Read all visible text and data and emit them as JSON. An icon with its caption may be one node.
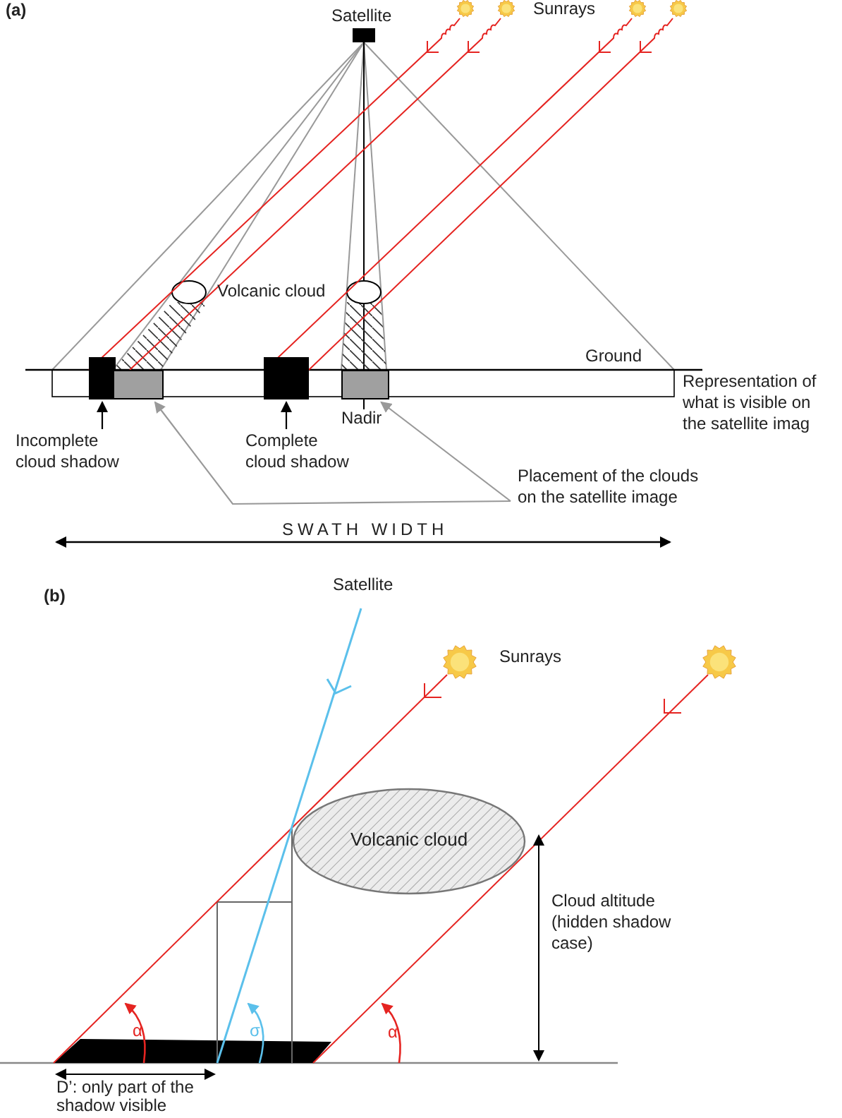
{
  "diagram": {
    "nodes": [
      {
        "text": [
          "Incomplete cloud shadow"
        ]
      },
      {
        "text": [],
        "shape": "box"
      },
      {
        "text": [
          "Complete cloud shadow"
        ]
      },
      {
        "text": [],
        "shape": "box"
      },
      {
        "text": [
          "Placement of the clouds on the satellite image"
        ]
      },
      {
        "text": [],
        "shape": "box"
      },
      {
        "text": [],
        "shape": "box"
      },
      {
        "text": [
          "Volcanic cloud"
        ]
      }
    ],
    "edges": [
      {
        "from": 0,
        "to": 1,
        "arrow": "to"
      },
      {
        "from": 2,
        "to": 3,
        "arrow": "to"
      },
      {
        "from": 4,
        "to": 5,
        "arrow": "to",
        "color": "#999999"
      },
      {
        "from": 4,
        "to": 6,
        "arrow": "to",
        "color": "#999999"
      }
    ],
    "labels": [
      "(a)",
      "Satellite",
      "Sunrays",
      "Volcanic cloud",
      "Ground",
      "Representation of what is visible on the satellite imag",
      "Nadir",
      "SWATH WIDTH",
      "(b)",
      "Satellite",
      "Sunrays",
      "Cloud altitude (hidden shadow case)",
      "α",
      "σ",
      "α",
      "D’: only part of the shadow visible"
    ]
  }
}
